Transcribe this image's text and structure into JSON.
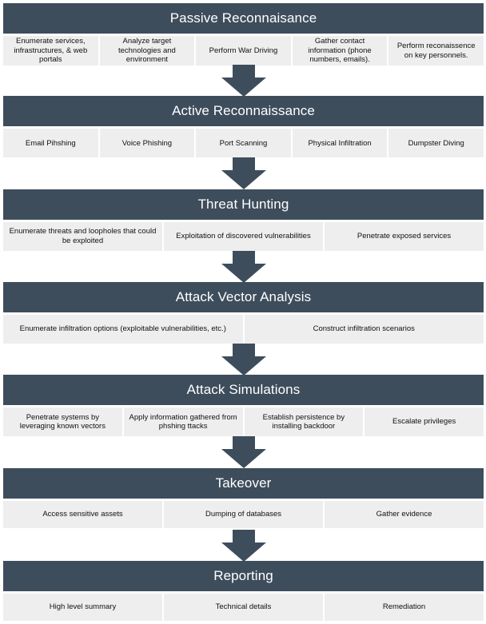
{
  "stages": [
    {
      "title": "Passive Reconnaisance",
      "steps": [
        "Enumerate services, infrastructures, & web portals",
        "Analyze target technologies and environment",
        "Perform War Driving",
        "Gather contact information (phone numbers, emails).",
        "Perform reconaissence on key personnels."
      ]
    },
    {
      "title": "Active Reconnaissance",
      "steps": [
        "Email Pihshing",
        "Voice Phishing",
        "Port Scanning",
        "Physical Infiltration",
        "Dumpster Diving"
      ]
    },
    {
      "title": "Threat Hunting",
      "steps": [
        "Enumerate threats and loopholes that could be exploited",
        "Exploitation of discovered vulnerabilities",
        "Penetrate exposed services"
      ]
    },
    {
      "title": "Attack Vector Analysis",
      "steps": [
        "Enumerate infiltration options (exploitable vulnerabilities, etc.)",
        "Construct infiltration scenarios"
      ]
    },
    {
      "title": "Attack Simulations",
      "steps": [
        "Penetrate systems by leveraging known vectors",
        "Apply information gathered from phshing ttacks",
        "Establish persistence by installing backdoor",
        "Escalate privileges"
      ]
    },
    {
      "title": "Takeover",
      "steps": [
        "Access sensitive assets",
        "Dumping of databases",
        "Gather evidence"
      ]
    },
    {
      "title": "Reporting",
      "steps": [
        "High level summary",
        "Technical details",
        "Remediation"
      ]
    }
  ],
  "colors": {
    "header_bg": "#3e4d5c",
    "header_text": "#ffffff",
    "cell_bg": "#eeeeee",
    "arrow": "#3e4d5c"
  },
  "icons": {
    "connector": "down-arrow-icon"
  }
}
